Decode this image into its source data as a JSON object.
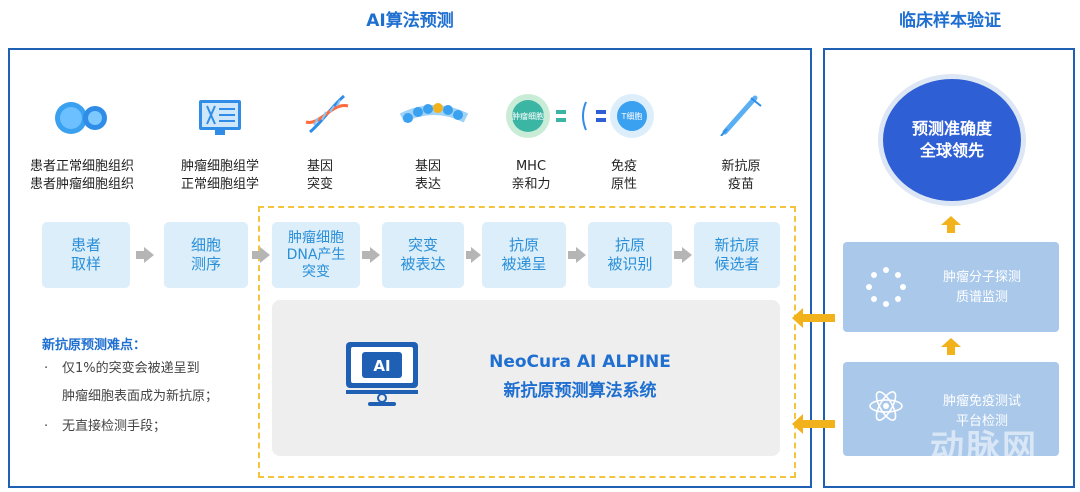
{
  "headers": {
    "left": "AI算法预测",
    "right": "临床样本验证"
  },
  "top_labels": [
    {
      "line1": "患者正常细胞组织",
      "line2": "患者肿瘤细胞组织"
    },
    {
      "line1": "肿瘤细胞组学",
      "line2": "正常细胞组学"
    },
    {
      "line1": "基因",
      "line2": "突变"
    },
    {
      "line1": "基因",
      "line2": "表达"
    },
    {
      "line1": "MHC",
      "line2": "亲和力"
    },
    {
      "line1": "免疫",
      "line2": "原性"
    },
    {
      "line1": "新抗原",
      "line2": "疫苗"
    }
  ],
  "icon_text": {
    "cell": "肿瘤细胞",
    "tcell": "T细胞"
  },
  "steps": [
    {
      "line1": "患者",
      "line2": "取样",
      "line3": ""
    },
    {
      "line1": "细胞",
      "line2": "测序",
      "line3": ""
    },
    {
      "line1": "肿瘤细胞",
      "line2": "DNA产生",
      "line3": "突变"
    },
    {
      "line1": "突变",
      "line2": "被表达",
      "line3": ""
    },
    {
      "line1": "抗原",
      "line2": "被递呈",
      "line3": ""
    },
    {
      "line1": "抗原",
      "line2": "被识别",
      "line3": ""
    },
    {
      "line1": "新抗原",
      "line2": "候选者",
      "line3": ""
    }
  ],
  "system": {
    "icon_label": "AI",
    "line1": "NeoCura AI ALPINE",
    "line2": "新抗原预测算法系统"
  },
  "difficulties": {
    "title": "新抗原预测难点：",
    "item1_a": "仅1%的突变会被递呈到",
    "item1_b": "肿瘤细胞表面成为新抗原；",
    "item2": "无直接检测手段；"
  },
  "validation": {
    "circle_line1": "预测准确度",
    "circle_line2": "全球领先",
    "box1_line1": "肿瘤分子探测",
    "box1_line2": "质谱监测",
    "box2_line1": "肿瘤免疫测试",
    "box2_line2": "平台检测"
  },
  "watermark": "动脉网",
  "colors": {
    "accent": "#1f6fd1",
    "panel_border": "#1f5fb4",
    "step_bg": "#dbeefa",
    "arrow_orange": "#f2b21c",
    "dashed": "#f2c53c",
    "circle": "#2f5fd4"
  }
}
